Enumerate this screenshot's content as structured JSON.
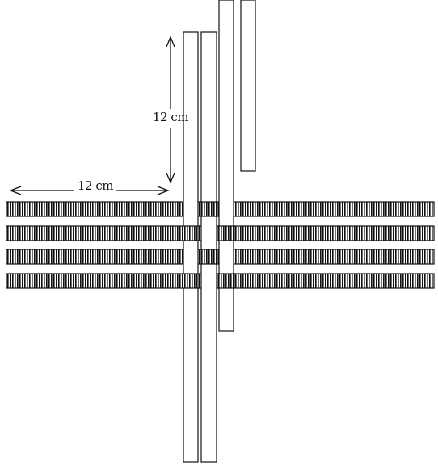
{
  "diagram": {
    "vertical_dimension_label": "12 cm",
    "horizontal_dimension_label": "12 cm",
    "strips": {
      "horizontal_count": 4,
      "vertical_count": 4,
      "horizontal_style": "dark-hatched",
      "vertical_style": "white-outlined"
    },
    "colors": {
      "ink": "#111111",
      "background": "#ffffff",
      "strip_fill": "#ffffff"
    }
  }
}
